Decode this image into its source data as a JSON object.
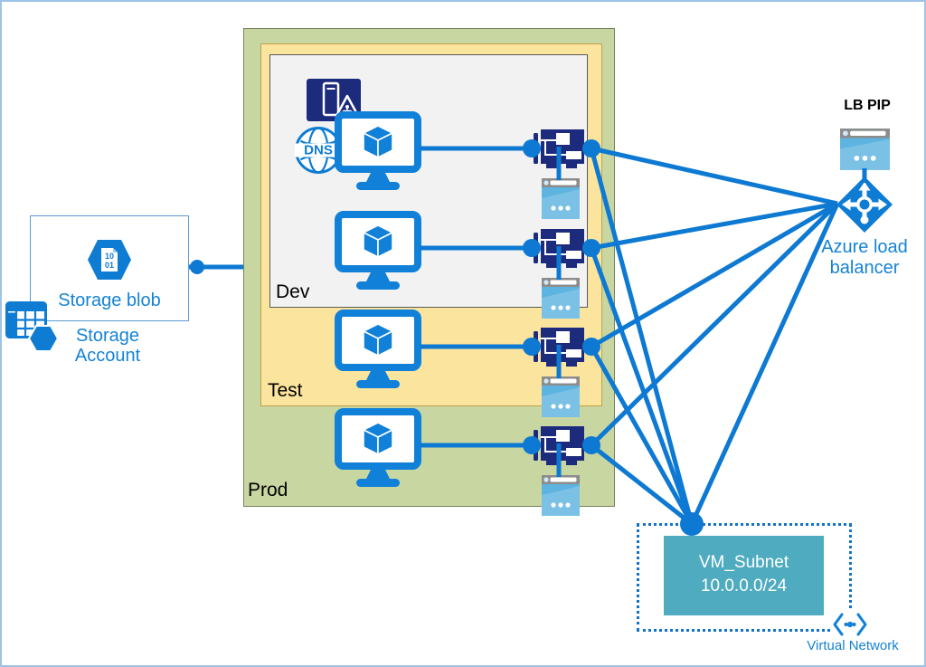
{
  "colors": {
    "accent_blue": "#0d79d2",
    "label_blue": "#1583d5",
    "navy": "#1d2b7d",
    "subnet_teal": "#4fabc0",
    "prod_fill": "#c8d6a2",
    "test_fill": "#fbe49e",
    "dev_fill": "#f2f2f2"
  },
  "environments": {
    "dev_label": "Dev",
    "test_label": "Test",
    "prod_label": "Prod"
  },
  "storage": {
    "blob_label": "Storage blob",
    "account_label": "Storage Account",
    "blob_doc_line1": "10",
    "blob_doc_line2": "01"
  },
  "dns": {
    "label": "DNS"
  },
  "load_balancer": {
    "pip_label": "LB PIP",
    "label": "Azure load balancer"
  },
  "subnet": {
    "name": "VM_Subnet",
    "cidr": "10.0.0.0/24"
  },
  "virtual_network": {
    "label": "Virtual Network"
  },
  "topology": {
    "vm_count": 4,
    "nic_count": 4
  }
}
